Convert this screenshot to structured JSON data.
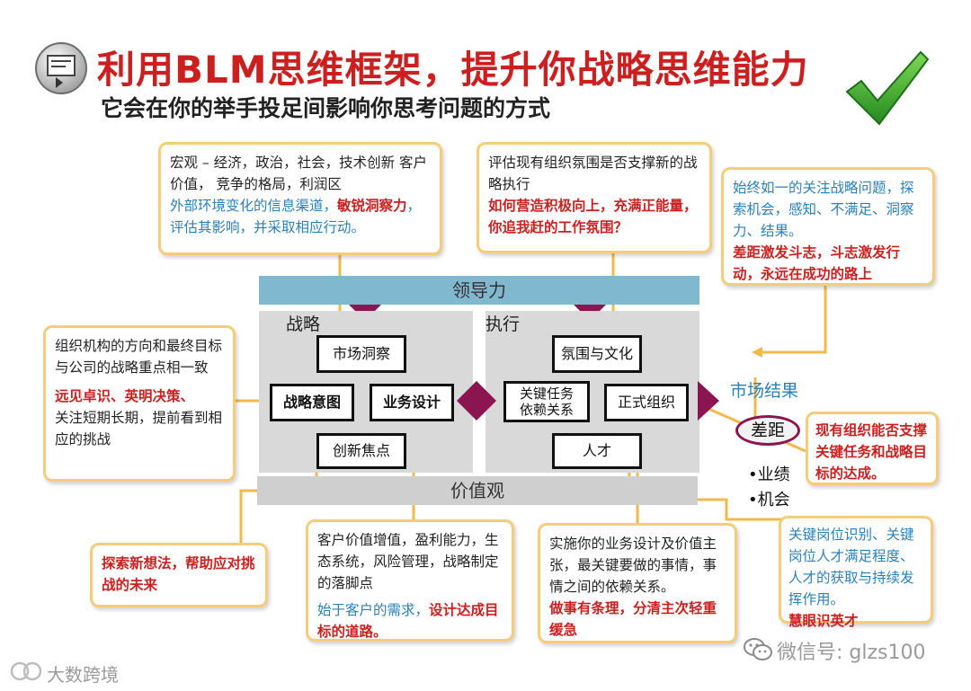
{
  "header": {
    "title": "利用BLM思维框架，提升你战略思维能力",
    "subtitle": "它会在你的举手投足间影响你思考问题的方式"
  },
  "diagram": {
    "leadership": "领导力",
    "values": "价值观",
    "strategy_label": "战略",
    "execution_label": "执行",
    "boxes": {
      "market_insight": "市场洞察",
      "strategic_intent": "战略意图",
      "business_design": "业务设计",
      "innovation_focus": "创新焦点",
      "climate_culture": "氛围与文化",
      "key_tasks": "关键任务\n依赖关系",
      "formal_org": "正式组织",
      "talent": "人才"
    },
    "market_result": "市场结果",
    "gap": "差距",
    "bullets": [
      "•业绩",
      "•机会"
    ]
  },
  "callouts": {
    "macro": {
      "black": "宏观 – 经济，政治，社会，技术创新 客户价值， 竞争的格局，利润区",
      "blue": "外部环境变化的信息渠道，",
      "red": "敏锐洞察力",
      "blue2": "，评估其影响，并采取相应行动。"
    },
    "climate": {
      "black": "评估现有组织氛围是否支撑新的战略执行",
      "red": "如何营造积极向上，充满正能量，你追我赶的工作氛围？"
    },
    "focus": {
      "blue": "始终如一的关注战略问题，探索机会，感知、不满足、洞察力、结果。",
      "red": "差距激发斗志，斗志激发行动，永远在成功的路上"
    },
    "direction": {
      "black": "组织机构的方向和最终目标与公司的战略重点相一致",
      "red": "远见卓识、英明决策、",
      "black2": "关注短期长期，提前看到相应的挑战"
    },
    "explore": {
      "red": "探索新想法，帮助应对挑战的未来"
    },
    "customer": {
      "black": "客户价值增值，盈利能力，生态系统，风险管理，战略制定的落脚点",
      "blue": "始于客户的需求，",
      "red": "设计达成目标的道路。"
    },
    "implement": {
      "black": "实施你的业务设计及价值主张，最关键要做的事情，事情之间的依赖关系。",
      "red": "做事有条理，分清主次轻重缓急"
    },
    "org_support": {
      "red": "现有组织能否支撑关键任务和战略目标的达成。"
    },
    "talent": {
      "blue": "关键岗位识别、关键岗位人才满足程度、人才的获取与持续发挥作用。",
      "red": "慧眼识英才"
    }
  },
  "watermarks": {
    "left": "大数跨境",
    "right": "微信号: glzs100"
  },
  "icons": [
    "presentation-icon",
    "check-mark-icon",
    "wechat-icon",
    "brand-logo-icon"
  ],
  "colors": {
    "title_red": "#cc1f1f",
    "leadership_band": "#7fb8cf",
    "panel_gray": "#d9d9d9",
    "callout_border": "#f5cc78",
    "diamond": "#8a1550",
    "blue_text": "#2a80b8",
    "check_green": "#3fae2a"
  }
}
